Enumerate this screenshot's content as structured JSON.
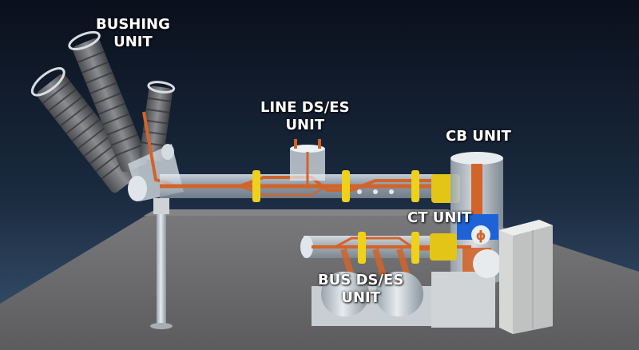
{
  "labels": {
    "bushing": {
      "line1": "BUSHING",
      "line2": "UNIT"
    },
    "line_ds_es": {
      "line1": "LINE DS/ES",
      "line2": "UNIT"
    },
    "cb": {
      "line1": "CB UNIT"
    },
    "ct": {
      "line1": "CT UNIT"
    },
    "bus_ds_es": {
      "line1": "BUS DS/ES",
      "line2": "UNIT"
    }
  },
  "colors": {
    "background_top": "#0b1220",
    "background_bottom": "#2f4660",
    "floor": "#6e6e70",
    "enclosure": "#b9c3cc",
    "conductor": "#d2642a",
    "flange": "#f0d11a",
    "ct_core": "#1e62d8",
    "bushing_shed": "#5d5f63",
    "cabinet": "#d6d8d6"
  },
  "icons": {
    "ct_symbol": "current-transformer-symbol-icon"
  }
}
